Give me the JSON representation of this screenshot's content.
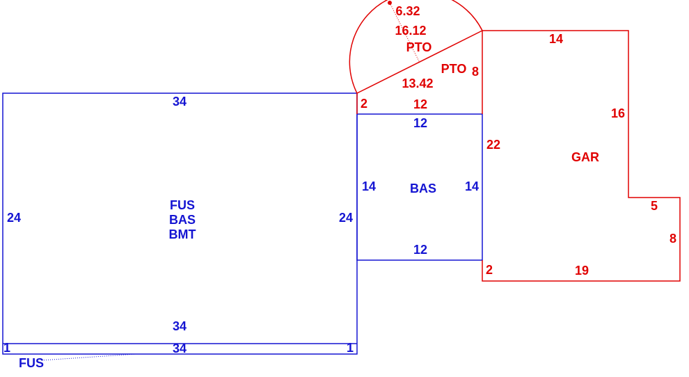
{
  "colors": {
    "fus_bas": "#1414d2",
    "gar_pto": "#e00000"
  },
  "areas": {
    "main": [
      "FUS",
      "BAS",
      "BMT"
    ],
    "bas": "BAS",
    "gar": "GAR",
    "pto_top": "PTO",
    "pto_bottom": "PTO",
    "fus_strip": "FUS"
  },
  "dims": {
    "main_top": "34",
    "main_left": "24",
    "main_right": "24",
    "main_bottom": "34",
    "strip_bottom": "34",
    "strip_left": "1",
    "strip_right": "1",
    "bas_top": "12",
    "bas_left": "14",
    "bas_right": "14",
    "bas_bottom": "12",
    "gar_top": "14",
    "gar_right1": "16",
    "gar_step": "5",
    "gar_right2": "8",
    "gar_bottom": "19",
    "gar_left_bottom": "2",
    "gar_left": "22",
    "pto_left": "2",
    "pto_bottom": "12",
    "pto_right": "8",
    "pto_radius": "6.32",
    "pto_arc": "16.12",
    "pto_chord": "13.42"
  }
}
